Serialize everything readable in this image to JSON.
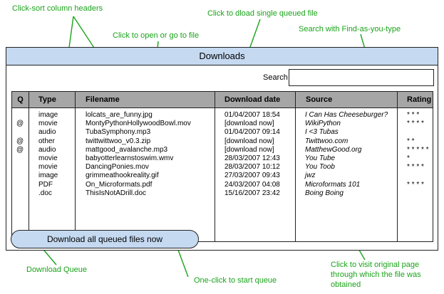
{
  "annotations": {
    "sort_headers": "Click-sort column headers",
    "dload_single": "Click to dload single queued file",
    "open_file": "Click to open or go to file",
    "search_find": "Search with Find-as-you-type",
    "download_queue": "Download Queue",
    "one_click": "One-click to start queue",
    "visit_source_1": "Click to visit original page",
    "visit_source_2": "through which the file was",
    "visit_source_3": "obtained"
  },
  "window": {
    "title": "Downloads"
  },
  "search": {
    "label": "Search",
    "value": "",
    "placeholder": ""
  },
  "table": {
    "headers": {
      "q": "Q",
      "type": "Type",
      "filename": "Filename",
      "date": "Download date",
      "source": "Source",
      "rating": "Rating"
    },
    "rows": [
      {
        "q": "",
        "type": "image",
        "filename": "lolcats_are_funny.jpg",
        "date": "01/04/2007 18:54",
        "source": "I Can Has Cheeseburger?",
        "rating": "* * *"
      },
      {
        "q": "@",
        "type": "movie",
        "filename": "MontyPythonHollywoodBowl.mov",
        "date": "[download now]",
        "source": "WikiPython",
        "rating": "* * * *"
      },
      {
        "q": "",
        "type": "audio",
        "filename": "TubaSymphony.mp3",
        "date": "01/04/2007 09:14",
        "source": "I <3 Tubas",
        "rating": ""
      },
      {
        "q": "@",
        "type": "other",
        "filename": "twittwittwoo_v0.3.zip",
        "date": "[download now]",
        "source": "Twittwoo.com",
        "rating": "* *"
      },
      {
        "q": "@",
        "type": "audio",
        "filename": "mattgood_avalanche.mp3",
        "date": "[download now]",
        "source": "MatthewGood.org",
        "rating": "* * * * *"
      },
      {
        "q": "",
        "type": "movie",
        "filename": "babyotterlearnstoswim.wmv",
        "date": "28/03/2007 12:43",
        "source": "You Tube",
        "rating": "*"
      },
      {
        "q": "",
        "type": "movie",
        "filename": "DancingPonies.mov",
        "date": "28/03/2007 10:12",
        "source": "You Toob",
        "rating": "* * * *"
      },
      {
        "q": "",
        "type": "image",
        "filename": "grimmeathookreality.gif",
        "date": "27/03/2007 09:43",
        "source": "jwz",
        "rating": ""
      },
      {
        "q": "",
        "type": "PDF",
        "filename": "On_Microformats.pdf",
        "date": "24/03/2007 04:08",
        "source": "Microformats 101",
        "rating": "* * * *"
      },
      {
        "q": "",
        "type": ".doc",
        "filename": "ThisIsNotADrill.doc",
        "date": "15/16/2007 23:42",
        "source": "Boing Boing",
        "rating": ""
      }
    ]
  },
  "queue_button": {
    "label": "Download all queued files now"
  },
  "colors": {
    "annotation": "#1aa31a",
    "header_bg": "#a6a6a6",
    "accent": "#c5d9f1"
  }
}
